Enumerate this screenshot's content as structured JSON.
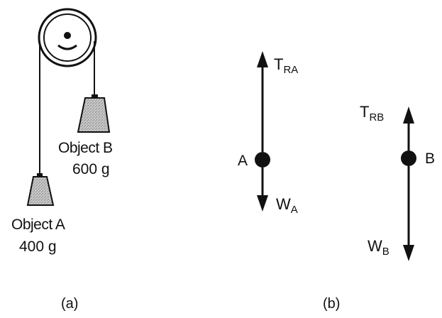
{
  "panel_a": {
    "object_a": {
      "name": "Object A",
      "mass": "400 g"
    },
    "object_b": {
      "name": "Object B",
      "mass": "600 g"
    },
    "caption": "(a)"
  },
  "panel_b": {
    "body_a": {
      "label": "A",
      "tension": {
        "main": "T",
        "sub": "RA"
      },
      "weight": {
        "main": "W",
        "sub": "A"
      }
    },
    "body_b": {
      "label": "B",
      "tension": {
        "main": "T",
        "sub": "RB"
      },
      "weight": {
        "main": "W",
        "sub": "B"
      }
    },
    "caption": "(b)"
  },
  "colors": {
    "ink": "#111111",
    "mass_fill": "#b5b5b5"
  }
}
